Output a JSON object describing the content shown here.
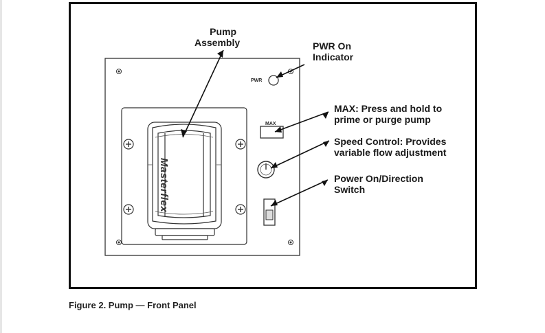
{
  "labels": {
    "pump_assembly_line1": "Pump",
    "pump_assembly_line2": "Assembly",
    "pwr_indicator_line1": "PWR On",
    "pwr_indicator_line2": "Indicator",
    "max_line1": "MAX: Press and hold to",
    "max_line2": "prime or purge pump",
    "speed_line1": "Speed Control: Provides",
    "speed_line2": "variable flow adjustment",
    "switch_line1": "Power On/Direction",
    "switch_line2": "Switch"
  },
  "panel": {
    "pwr_text": "PWR",
    "max_text": "MAX",
    "brand_text": "Masterflex"
  },
  "caption": "Figure 2.  Pump — Front Panel"
}
